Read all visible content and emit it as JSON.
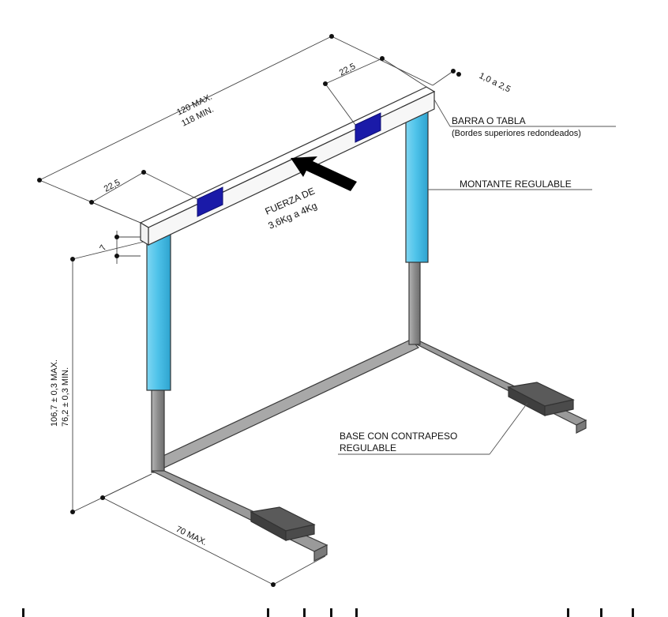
{
  "labels": {
    "barra": "BARRA O TABLA",
    "barra_note": "(Bordes superiores redondeados)",
    "montante": "MONTANTE REGULABLE",
    "base_line1": "BASE CON CONTRAPESO",
    "base_line2": "REGULABLE",
    "fuerza_line1": "FUERZA DE",
    "fuerza_line2": "3,6Kg a 4Kg"
  },
  "dimensions": {
    "width_max": "120 MAX.",
    "width_min": "118 MIN.",
    "left_stripe": "22,5",
    "right_stripe": "22,5",
    "thickness": "1,0 a 2,5",
    "bar_height": "7",
    "height_max": "106,7 ± 0,3 MAX.",
    "height_min": "76,2 ± 0,3 MIN.",
    "base_length": "70 MAX."
  },
  "colors": {
    "upright": "#4fc3ea",
    "stripe": "#1a1aa8",
    "metal": "#8c8c8c",
    "weight": "#5a5a5a",
    "bar": "#f7f7f7"
  }
}
